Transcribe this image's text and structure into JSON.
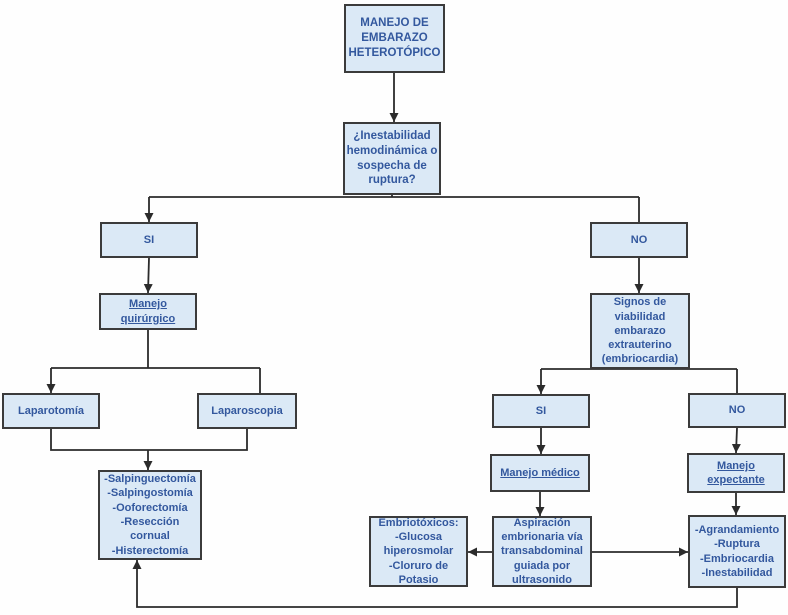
{
  "diagram": {
    "type": "flowchart",
    "nodes": {
      "title": "MANEJO DE\nEMBARAZO\nHETEROTÓPICO",
      "decision_inestabilidad": "¿Inestabilidad\nhemodinámica o\nsospecha de\nruptura?",
      "si_inestabilidad": "SI",
      "no_inestabilidad": "NO",
      "manejo_quirurgico": "Manejo\nquirúrgico",
      "laparotomia": "Laparotomía",
      "laparoscopia": "Laparoscopia",
      "opciones_quirurgicas": "-Salpinguectomía\n-Salpingostomía\n-Ooforectomía\n-Resección\ncornual\n-Histerectomía",
      "signos_viabilidad": "Signos de\nviabilidad\nembarazo\nextrauterino\n(embriocardia)",
      "si_viabilidad": "SI",
      "no_viabilidad": "NO",
      "manejo_medico": "Manejo médico",
      "manejo_expectante": "Manejo\nexpectante",
      "embriotoxicos": "Embriotóxicos:\n-Glucosa\nhiperosmolar\n-Cloruro de\nPotasio",
      "aspiracion": "Aspiración\nembrionaria vía\ntransabdominal\nguiada por\nultrasonido",
      "signos_alarma_expectante": "-Agrandamiento\n-Ruptura\n-Embriocardia\n-Inestabilidad"
    },
    "colors": {
      "box_fill": "#dbe9f6",
      "box_border": "#3b3b3b",
      "text": "#33589e",
      "line": "#2b2b2b",
      "background": "#fefefe"
    }
  }
}
